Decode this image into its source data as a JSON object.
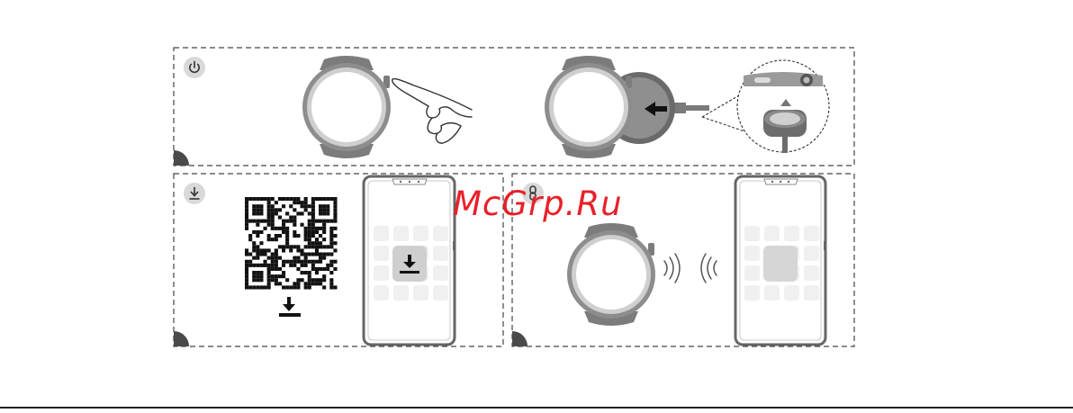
{
  "watermark": {
    "text": "McGrp.Ru",
    "color": "#e8202a"
  },
  "panels": [
    {
      "id": "power-on",
      "icon": "power-icon"
    },
    {
      "id": "charge",
      "icon": "none"
    },
    {
      "id": "download-app",
      "icon": "download-icon"
    },
    {
      "id": "pair",
      "icon": "link-icon"
    }
  ],
  "colors": {
    "line": "#555555",
    "watch_body": "#8a8a8a",
    "watch_ring": "#c6c6c6",
    "icon_bg": "#d9d9d9",
    "dash": "#444444"
  }
}
